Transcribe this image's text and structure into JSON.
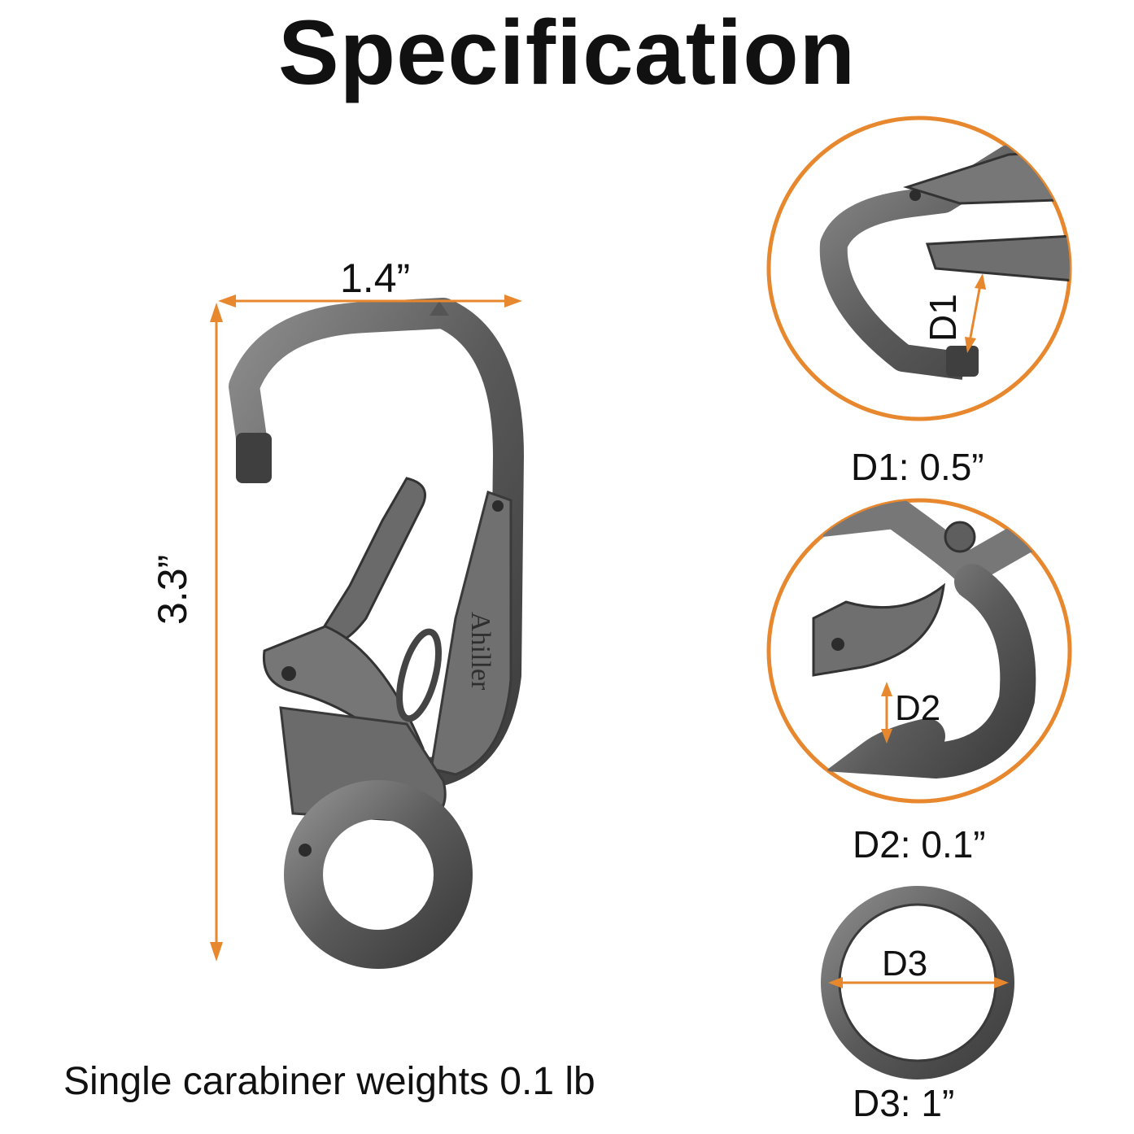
{
  "title": "Specification",
  "colors": {
    "accent": "#E8882E",
    "metal": "#6b6b6b",
    "text": "#111111"
  },
  "product": {
    "brand_engraving": "Ahiller",
    "width_label": "1.4”",
    "height_label": "3.3”",
    "weight_note": "Single carabiner weights 0.1 lb"
  },
  "details": [
    {
      "marker": "D1",
      "caption": "D1: 0.5”"
    },
    {
      "marker": "D2",
      "caption": "D2: 0.1”"
    },
    {
      "marker": "D3",
      "caption": "D3: 1”"
    }
  ]
}
